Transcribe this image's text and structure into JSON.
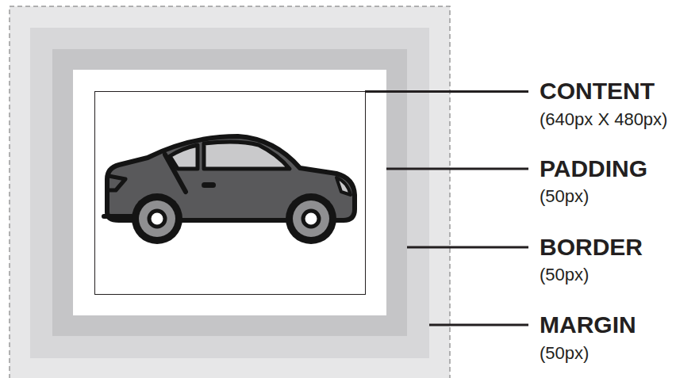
{
  "diagram": {
    "labels": [
      "CONTENT",
      "(640px X 480px)",
      "PADDING",
      "(50px)",
      "BORDER",
      "(50px)",
      "MARGIN",
      "(50px)"
    ]
  }
}
